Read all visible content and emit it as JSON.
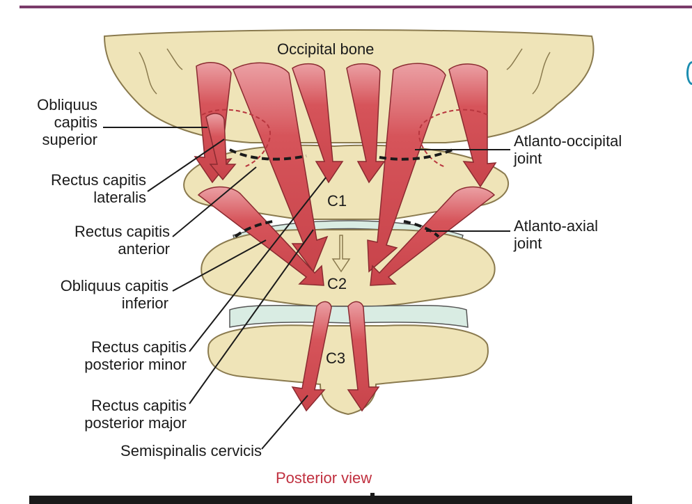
{
  "figure": {
    "bone_title": "Occipital bone",
    "vertebrae": {
      "c1": "C1",
      "c2": "C2",
      "c3": "C3"
    },
    "caption": "Posterior view",
    "colors": {
      "bone": "#efe4b8",
      "bone_shadow": "#d8c994",
      "muscle": "#d6545a",
      "muscle_dark": "#b8363e",
      "disc": "#d9ece3",
      "caption": "#c0303f",
      "accent_rule": "#7a3b6a"
    }
  },
  "labels_left": [
    {
      "id": "obliquus-capitis-superior",
      "lines": [
        "Obliquus",
        "capitis",
        "superior"
      ]
    },
    {
      "id": "rectus-capitis-lateralis",
      "lines": [
        "Rectus capitis",
        "lateralis"
      ]
    },
    {
      "id": "rectus-capitis-anterior",
      "lines": [
        "Rectus capitis",
        "anterior"
      ]
    },
    {
      "id": "obliquus-capitis-inferior",
      "lines": [
        "Obliquus capitis",
        "inferior"
      ]
    },
    {
      "id": "rectus-capitis-posterior-minor",
      "lines": [
        "Rectus capitis",
        "posterior minor"
      ]
    },
    {
      "id": "rectus-capitis-posterior-major",
      "lines": [
        "Rectus capitis",
        "posterior major"
      ]
    },
    {
      "id": "semispinalis-cervicis",
      "lines": [
        "Semispinalis cervicis"
      ]
    }
  ],
  "labels_right": [
    {
      "id": "atlanto-occipital-joint",
      "lines": [
        "Atlanto-occipital",
        "joint"
      ]
    },
    {
      "id": "atlanto-axial-joint",
      "lines": [
        "Atlanto-axial",
        "joint"
      ]
    }
  ]
}
